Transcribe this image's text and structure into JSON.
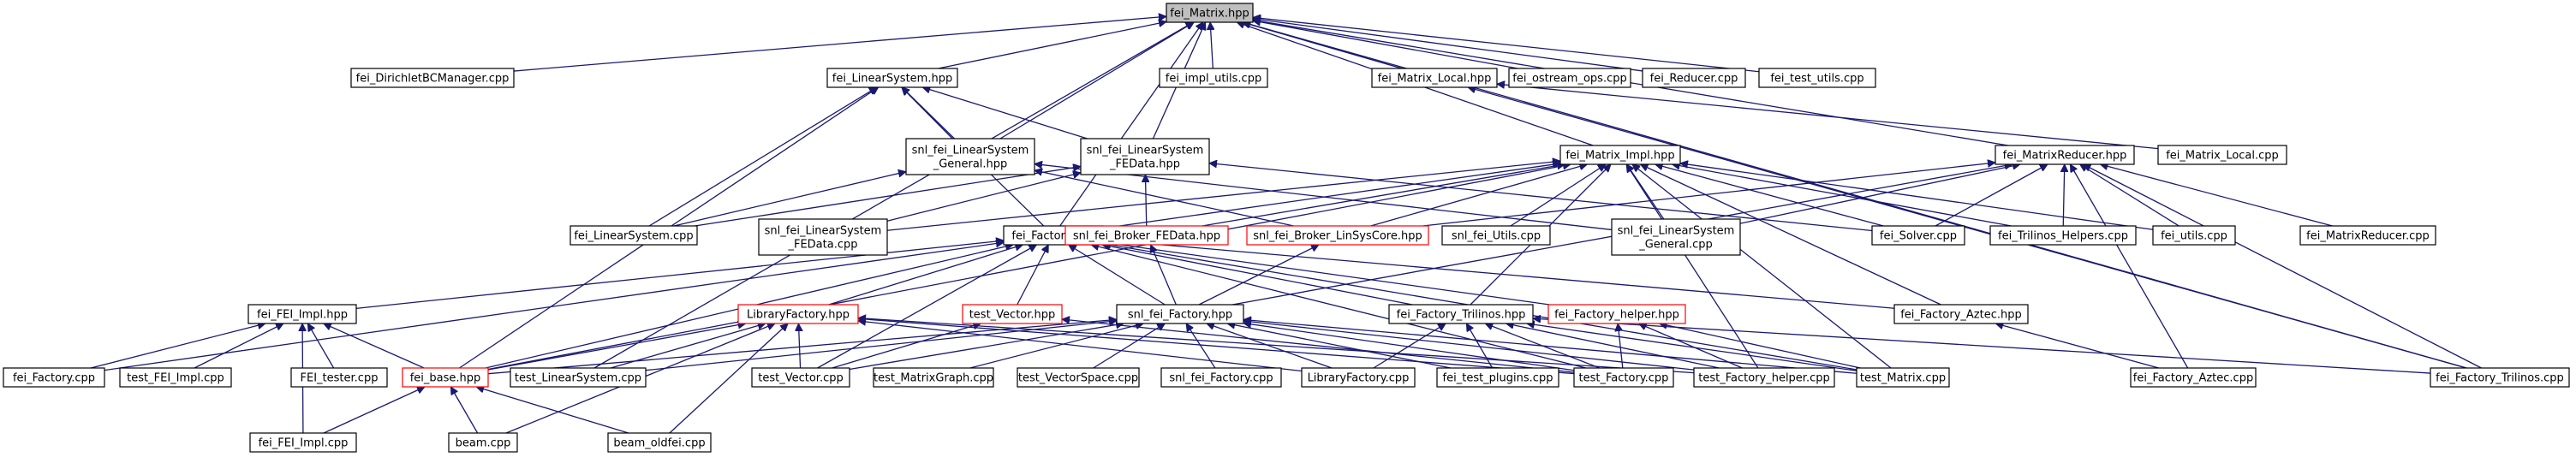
{
  "colors": {
    "edge": "#191970",
    "root_fill": "#bfbfbf",
    "red_border": "#ff0000"
  },
  "nodes": {
    "fei_Matrix_hpp": {
      "lines": [
        "fei_Matrix.hpp"
      ],
      "style": "root"
    },
    "fei_DirichletBCManager_cpp": {
      "lines": [
        "fei_DirichletBCManager.cpp"
      ]
    },
    "fei_LinearSystem_hpp": {
      "lines": [
        "fei_LinearSystem.hpp"
      ]
    },
    "fei_impl_utils_cpp": {
      "lines": [
        "fei_impl_utils.cpp"
      ]
    },
    "fei_Matrix_Local_hpp": {
      "lines": [
        "fei_Matrix_Local.hpp"
      ]
    },
    "fei_ostream_ops_cpp": {
      "lines": [
        "fei_ostream_ops.cpp"
      ]
    },
    "fei_Reducer_cpp": {
      "lines": [
        "fei_Reducer.cpp"
      ]
    },
    "fei_test_utils_cpp": {
      "lines": [
        "fei_test_utils.cpp"
      ]
    },
    "snl_fei_LinearSystem_General_hpp": {
      "lines": [
        "snl_fei_LinearSystem",
        "_General.hpp"
      ]
    },
    "snl_fei_LinearSystem_FEData_hpp": {
      "lines": [
        "snl_fei_LinearSystem",
        "_FEData.hpp"
      ]
    },
    "fei_Matrix_Impl_hpp": {
      "lines": [
        "fei_Matrix_Impl.hpp"
      ]
    },
    "fei_MatrixReducer_hpp": {
      "lines": [
        "fei_MatrixReducer.hpp"
      ]
    },
    "fei_Matrix_Local_cpp": {
      "lines": [
        "fei_Matrix_Local.cpp"
      ]
    },
    "fei_LinearSystem_cpp": {
      "lines": [
        "fei_LinearSystem.cpp"
      ]
    },
    "snl_fei_LinearSystem_FEData_cpp": {
      "lines": [
        "snl_fei_LinearSystem",
        "_FEData.cpp"
      ]
    },
    "fei_Factory_hpp": {
      "lines": [
        "fei_Factory.hpp"
      ]
    },
    "snl_fei_Broker_FEData_hpp": {
      "lines": [
        "snl_fei_Broker_FEData.hpp"
      ],
      "style": "red"
    },
    "snl_fei_Broker_LinSysCore_hpp": {
      "lines": [
        "snl_fei_Broker_LinSysCore.hpp"
      ],
      "style": "red"
    },
    "snl_fei_Utils_cpp": {
      "lines": [
        "snl_fei_Utils.cpp"
      ]
    },
    "snl_fei_LinearSystem_General_cpp": {
      "lines": [
        "snl_fei_LinearSystem",
        "_General.cpp"
      ]
    },
    "fei_Solver_cpp": {
      "lines": [
        "fei_Solver.cpp"
      ]
    },
    "fei_Trilinos_Helpers_cpp": {
      "lines": [
        "fei_Trilinos_Helpers.cpp"
      ]
    },
    "fei_utils_cpp": {
      "lines": [
        "fei_utils.cpp"
      ]
    },
    "fei_MatrixReducer_cpp": {
      "lines": [
        "fei_MatrixReducer.cpp"
      ]
    },
    "fei_FEI_Impl_hpp": {
      "lines": [
        "fei_FEI_Impl.hpp"
      ]
    },
    "LibraryFactory_hpp": {
      "lines": [
        "LibraryFactory.hpp"
      ],
      "style": "red"
    },
    "test_Vector_hpp": {
      "lines": [
        "test_Vector.hpp"
      ],
      "style": "red"
    },
    "snl_fei_Factory_hpp": {
      "lines": [
        "snl_fei_Factory.hpp"
      ]
    },
    "fei_Factory_Trilinos_hpp": {
      "lines": [
        "fei_Factory_Trilinos.hpp"
      ]
    },
    "fei_Factory_helper_hpp": {
      "lines": [
        "fei_Factory_helper.hpp"
      ],
      "style": "red"
    },
    "fei_Factory_Aztec_hpp": {
      "lines": [
        "fei_Factory_Aztec.hpp"
      ]
    },
    "fei_Factory_cpp": {
      "lines": [
        "fei_Factory.cpp"
      ]
    },
    "test_FEI_Impl_cpp": {
      "lines": [
        "test_FEI_Impl.cpp"
      ]
    },
    "FEI_tester_cpp": {
      "lines": [
        "FEI_tester.cpp"
      ]
    },
    "fei_base_hpp": {
      "lines": [
        "fei_base.hpp"
      ],
      "style": "red"
    },
    "test_LinearSystem_cpp": {
      "lines": [
        "test_LinearSystem.cpp"
      ]
    },
    "test_Vector_cpp": {
      "lines": [
        "test_Vector.cpp"
      ]
    },
    "test_MatrixGraph_cpp": {
      "lines": [
        "test_MatrixGraph.cpp"
      ]
    },
    "test_VectorSpace_cpp": {
      "lines": [
        "test_VectorSpace.cpp"
      ]
    },
    "snl_fei_Factory_cpp": {
      "lines": [
        "snl_fei_Factory.cpp"
      ]
    },
    "LibraryFactory_cpp": {
      "lines": [
        "LibraryFactory.cpp"
      ]
    },
    "fei_test_plugins_cpp": {
      "lines": [
        "fei_test_plugins.cpp"
      ]
    },
    "test_Factory_cpp": {
      "lines": [
        "test_Factory.cpp"
      ]
    },
    "test_Factory_helper_cpp": {
      "lines": [
        "test_Factory_helper.cpp"
      ]
    },
    "test_Matrix_cpp": {
      "lines": [
        "test_Matrix.cpp"
      ]
    },
    "fei_Factory_Aztec_cpp": {
      "lines": [
        "fei_Factory_Aztec.cpp"
      ]
    },
    "fei_Factory_Trilinos_cpp": {
      "lines": [
        "fei_Factory_Trilinos.cpp"
      ]
    },
    "fei_FEI_Impl_cpp": {
      "lines": [
        "fei_FEI_Impl.cpp"
      ]
    },
    "beam_cpp": {
      "lines": [
        "beam.cpp"
      ]
    },
    "beam_oldfei_cpp": {
      "lines": [
        "beam_oldfei.cpp"
      ]
    }
  },
  "edges": [
    [
      "fei_DirichletBCManager_cpp",
      "fei_Matrix_hpp"
    ],
    [
      "fei_LinearSystem_hpp",
      "fei_Matrix_hpp"
    ],
    [
      "fei_impl_utils_cpp",
      "fei_Matrix_hpp"
    ],
    [
      "fei_Matrix_Local_hpp",
      "fei_Matrix_hpp"
    ],
    [
      "fei_ostream_ops_cpp",
      "fei_Matrix_hpp"
    ],
    [
      "fei_Reducer_cpp",
      "fei_Matrix_hpp"
    ],
    [
      "fei_test_utils_cpp",
      "fei_Matrix_hpp"
    ],
    [
      "snl_fei_LinearSystem_General_hpp",
      "fei_Matrix_hpp"
    ],
    [
      "snl_fei_LinearSystem_FEData_hpp",
      "fei_Matrix_hpp"
    ],
    [
      "fei_Matrix_Impl_hpp",
      "fei_Matrix_hpp"
    ],
    [
      "fei_MatrixReducer_hpp",
      "fei_Matrix_hpp"
    ],
    [
      "fei_Factory_hpp",
      "fei_Matrix_hpp"
    ],
    [
      "test_LinearSystem_cpp",
      "fei_Matrix_hpp"
    ],
    [
      "fei_Factory_Trilinos_cpp",
      "fei_Matrix_hpp"
    ],
    [
      "snl_fei_LinearSystem_General_hpp",
      "fei_LinearSystem_hpp"
    ],
    [
      "snl_fei_LinearSystem_FEData_hpp",
      "fei_LinearSystem_hpp"
    ],
    [
      "fei_LinearSystem_cpp",
      "fei_LinearSystem_hpp"
    ],
    [
      "fei_Factory_hpp",
      "fei_LinearSystem_hpp"
    ],
    [
      "fei_base_hpp",
      "fei_LinearSystem_hpp"
    ],
    [
      "fei_Matrix_Local_cpp",
      "fei_Matrix_Local_hpp"
    ],
    [
      "fei_Factory_Trilinos_cpp",
      "fei_Matrix_Local_hpp"
    ],
    [
      "fei_LinearSystem_cpp",
      "snl_fei_LinearSystem_General_hpp"
    ],
    [
      "snl_fei_LinearSystem_General_cpp",
      "snl_fei_LinearSystem_General_hpp"
    ],
    [
      "snl_fei_Broker_LinSysCore_hpp",
      "snl_fei_LinearSystem_General_hpp"
    ],
    [
      "fei_LinearSystem_cpp",
      "snl_fei_LinearSystem_FEData_hpp"
    ],
    [
      "snl_fei_LinearSystem_FEData_cpp",
      "snl_fei_LinearSystem_FEData_hpp"
    ],
    [
      "snl_fei_Broker_FEData_hpp",
      "snl_fei_LinearSystem_FEData_hpp"
    ],
    [
      "fei_Solver_cpp",
      "snl_fei_LinearSystem_FEData_hpp"
    ],
    [
      "snl_fei_LinearSystem_FEData_cpp",
      "fei_Matrix_Impl_hpp"
    ],
    [
      "fei_Factory_hpp",
      "fei_Matrix_Impl_hpp"
    ],
    [
      "snl_fei_Broker_FEData_hpp",
      "fei_Matrix_Impl_hpp"
    ],
    [
      "snl_fei_Broker_LinSysCore_hpp",
      "fei_Matrix_Impl_hpp"
    ],
    [
      "snl_fei_Utils_cpp",
      "fei_Matrix_Impl_hpp"
    ],
    [
      "snl_fei_LinearSystem_General_cpp",
      "fei_Matrix_Impl_hpp"
    ],
    [
      "fei_Solver_cpp",
      "fei_Matrix_Impl_hpp"
    ],
    [
      "fei_Trilinos_Helpers_cpp",
      "fei_Matrix_Impl_hpp"
    ],
    [
      "fei_utils_cpp",
      "fei_Matrix_Impl_hpp"
    ],
    [
      "fei_base_hpp",
      "fei_Matrix_Impl_hpp"
    ],
    [
      "fei_Factory_Trilinos_hpp",
      "fei_Matrix_Impl_hpp"
    ],
    [
      "fei_Factory_Aztec_hpp",
      "fei_Matrix_Impl_hpp"
    ],
    [
      "test_Factory_helper_cpp",
      "fei_Matrix_Impl_hpp"
    ],
    [
      "test_Matrix_cpp",
      "fei_Matrix_Impl_hpp"
    ],
    [
      "snl_fei_Broker_LinSysCore_hpp",
      "fei_MatrixReducer_hpp"
    ],
    [
      "snl_fei_LinearSystem_General_cpp",
      "fei_MatrixReducer_hpp"
    ],
    [
      "fei_Solver_cpp",
      "fei_MatrixReducer_hpp"
    ],
    [
      "fei_Trilinos_Helpers_cpp",
      "fei_MatrixReducer_hpp"
    ],
    [
      "fei_utils_cpp",
      "fei_MatrixReducer_hpp"
    ],
    [
      "fei_MatrixReducer_cpp",
      "fei_MatrixReducer_hpp"
    ],
    [
      "snl_fei_Factory_hpp",
      "fei_MatrixReducer_hpp"
    ],
    [
      "fei_Factory_Aztec_cpp",
      "fei_MatrixReducer_hpp"
    ],
    [
      "fei_Factory_Trilinos_cpp",
      "fei_MatrixReducer_hpp"
    ],
    [
      "snl_fei_Factory_hpp",
      "snl_fei_Broker_LinSysCore_hpp"
    ],
    [
      "snl_fei_Factory_hpp",
      "snl_fei_Broker_FEData_hpp"
    ],
    [
      "fei_FEI_Impl_hpp",
      "fei_Factory_hpp"
    ],
    [
      "LibraryFactory_hpp",
      "fei_Factory_hpp"
    ],
    [
      "test_Vector_hpp",
      "fei_Factory_hpp"
    ],
    [
      "snl_fei_Factory_hpp",
      "fei_Factory_hpp"
    ],
    [
      "fei_Factory_Trilinos_hpp",
      "fei_Factory_hpp"
    ],
    [
      "fei_Factory_helper_hpp",
      "fei_Factory_hpp"
    ],
    [
      "fei_Factory_Aztec_hpp",
      "fei_Factory_hpp"
    ],
    [
      "fei_Factory_cpp",
      "fei_Factory_hpp"
    ],
    [
      "fei_base_hpp",
      "fei_Factory_hpp"
    ],
    [
      "test_Vector_cpp",
      "fei_Factory_hpp"
    ],
    [
      "test_Factory_cpp",
      "fei_Factory_hpp"
    ],
    [
      "test_Matrix_cpp",
      "fei_Factory_hpp"
    ],
    [
      "fei_Factory_cpp",
      "fei_FEI_Impl_hpp"
    ],
    [
      "test_FEI_Impl_cpp",
      "fei_FEI_Impl_hpp"
    ],
    [
      "FEI_tester_cpp",
      "fei_FEI_Impl_hpp"
    ],
    [
      "fei_base_hpp",
      "fei_FEI_Impl_hpp"
    ],
    [
      "fei_FEI_Impl_cpp",
      "fei_FEI_Impl_hpp"
    ],
    [
      "fei_base_hpp",
      "LibraryFactory_hpp"
    ],
    [
      "test_LinearSystem_cpp",
      "LibraryFactory_hpp"
    ],
    [
      "test_Vector_cpp",
      "LibraryFactory_hpp"
    ],
    [
      "LibraryFactory_cpp",
      "LibraryFactory_hpp"
    ],
    [
      "test_Factory_cpp",
      "LibraryFactory_hpp"
    ],
    [
      "test_Factory_helper_cpp",
      "LibraryFactory_hpp"
    ],
    [
      "beam_cpp",
      "LibraryFactory_hpp"
    ],
    [
      "beam_oldfei_cpp",
      "LibraryFactory_hpp"
    ],
    [
      "test_Vector_cpp",
      "test_Vector_hpp"
    ],
    [
      "test_Factory_cpp",
      "test_Vector_hpp"
    ],
    [
      "fei_base_hpp",
      "snl_fei_Factory_hpp"
    ],
    [
      "test_LinearSystem_cpp",
      "snl_fei_Factory_hpp"
    ],
    [
      "test_Vector_cpp",
      "snl_fei_Factory_hpp"
    ],
    [
      "test_MatrixGraph_cpp",
      "snl_fei_Factory_hpp"
    ],
    [
      "test_VectorSpace_cpp",
      "snl_fei_Factory_hpp"
    ],
    [
      "snl_fei_Factory_cpp",
      "snl_fei_Factory_hpp"
    ],
    [
      "LibraryFactory_cpp",
      "snl_fei_Factory_hpp"
    ],
    [
      "fei_test_plugins_cpp",
      "snl_fei_Factory_hpp"
    ],
    [
      "test_Factory_cpp",
      "snl_fei_Factory_hpp"
    ],
    [
      "test_Factory_helper_cpp",
      "snl_fei_Factory_hpp"
    ],
    [
      "test_Matrix_cpp",
      "snl_fei_Factory_hpp"
    ],
    [
      "LibraryFactory_cpp",
      "fei_Factory_Trilinos_hpp"
    ],
    [
      "fei_test_plugins_cpp",
      "fei_Factory_Trilinos_hpp"
    ],
    [
      "test_Factory_cpp",
      "fei_Factory_Trilinos_hpp"
    ],
    [
      "test_Factory_helper_cpp",
      "fei_Factory_Trilinos_hpp"
    ],
    [
      "test_Matrix_cpp",
      "fei_Factory_Trilinos_hpp"
    ],
    [
      "fei_Factory_Trilinos_cpp",
      "fei_Factory_Trilinos_hpp"
    ],
    [
      "test_Factory_cpp",
      "fei_Factory_helper_hpp"
    ],
    [
      "test_Factory_helper_cpp",
      "fei_Factory_helper_hpp"
    ],
    [
      "test_Matrix_cpp",
      "fei_Factory_helper_hpp"
    ],
    [
      "fei_Factory_Aztec_cpp",
      "fei_Factory_Aztec_hpp"
    ],
    [
      "fei_FEI_Impl_cpp",
      "fei_base_hpp"
    ],
    [
      "beam_cpp",
      "fei_base_hpp"
    ],
    [
      "beam_oldfei_cpp",
      "fei_base_hpp"
    ]
  ]
}
